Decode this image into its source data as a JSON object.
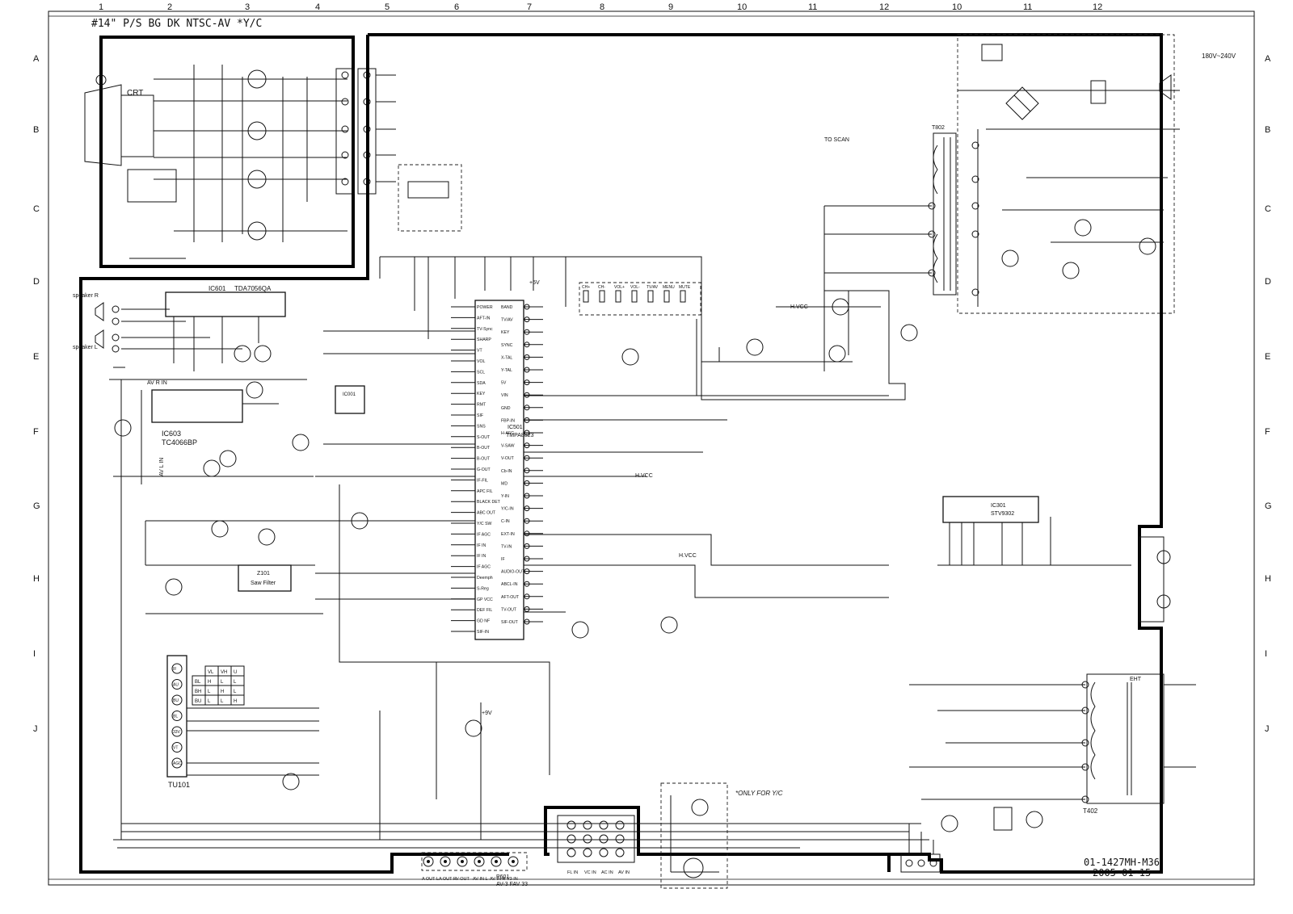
{
  "header": {
    "title": "#14\"  P/S BG DK  NTSC-AV  *Y/C",
    "col_ticks_left": [
      "1",
      "2",
      "3",
      "4",
      "5",
      "6",
      "7",
      "8",
      "9",
      "10",
      "11",
      "12"
    ],
    "col_ticks_right": [
      "10",
      "11",
      "12"
    ],
    "row_ticks": [
      "A",
      "B",
      "C",
      "D",
      "E",
      "F",
      "G",
      "H",
      "I",
      "J"
    ]
  },
  "blocks": {
    "crt": "CRT",
    "ic_audio": "IC601",
    "ic_audio_part": "TDA7056QA",
    "ic_switch": "IC603",
    "ic_switch_part": "TC4066BP",
    "ic_mem": "IC001",
    "ic_main": "IC501",
    "ic_main_part": "TMPA8823",
    "ic_vert": "IC301",
    "ic_vert_part": "STV9302",
    "saw_filter": "Saw Filter",
    "saw_ref": "Z101",
    "tuner": "TU101",
    "flyback": "T402",
    "power_xfmr": "T802",
    "mains": "180V~240V",
    "only_yc": "*ONLY FOR Y/C",
    "av_rear": "P601",
    "av_rear_label": "AV-3 FAV 33",
    "speaker_r": "speaker R",
    "speaker_l": "speaker L",
    "av_r_in": "AV R IN",
    "av_l_in": "AV L IN",
    "plus5v": "+5V",
    "plus9v": "+9V",
    "to_scan": "TO SCAN",
    "hvcc": "H.VCC",
    "ehtlabel": "EHT"
  },
  "tuner_pins": [
    "IF",
    "AU",
    "BU",
    "BL",
    "33V",
    "VT",
    "AGC"
  ],
  "tuner_table": {
    "head": [
      "VL",
      "VH",
      "U"
    ],
    "rows": [
      [
        "BL",
        "H",
        "L",
        "L"
      ],
      [
        "BH",
        "L",
        "H",
        "L"
      ],
      [
        "BU",
        "L",
        "L",
        "H"
      ]
    ]
  },
  "main_ic_left_pins": [
    "POWER",
    "AFT-IN",
    "TV-Sync",
    "SHARP",
    "VT",
    "VOL",
    "SCL",
    "SDA",
    "KEY",
    "RMT",
    "SIF",
    "SNS",
    "S-OUT",
    "B-OUT",
    "B-OUT",
    "G-OUT",
    "IF-FIL",
    "APC FIL",
    "BLACK DET",
    "ABC OUT",
    "Y/C SW",
    "IF AGC",
    "IF IN",
    "IF IN",
    "IF AGC",
    "Deemph",
    "S-Reg",
    "GP VCC",
    "DEF FIL",
    "GD NF",
    "SIF-IN"
  ],
  "main_ic_right_pins": [
    "BAND",
    "TV/AV",
    "KEY",
    "SYNC",
    "X-TAL",
    "Y-TAL",
    "5V",
    "VIN",
    "GND",
    "FBP-IN",
    "H-AFC",
    "V-SAW",
    "V-OUT",
    "Cb-IN",
    "MD",
    "Y-IN",
    "Y/C-IN",
    "C-IN",
    "EXT-IN",
    "TV-IN",
    "IF",
    "AUDIO-OUT",
    "ABCL-IN",
    "AFT-OUT",
    "TV-OUT",
    "SIF-OUT"
  ],
  "keypad": [
    "CH+",
    "CH-",
    "VOL+",
    "VOL-",
    "TV/AV",
    "MENU",
    "MUTE"
  ],
  "rear_jacks": [
    "A OUT L",
    "A OUT R",
    "V OUT",
    "AV IN L",
    "AV IN R",
    "V3 IN"
  ],
  "front_jacks": [
    "FL IN",
    "VC IN",
    "AC IN",
    "AV IN"
  ],
  "footer": {
    "drawing_no": "01-1427MH-M36",
    "date": "2005-01-15"
  }
}
